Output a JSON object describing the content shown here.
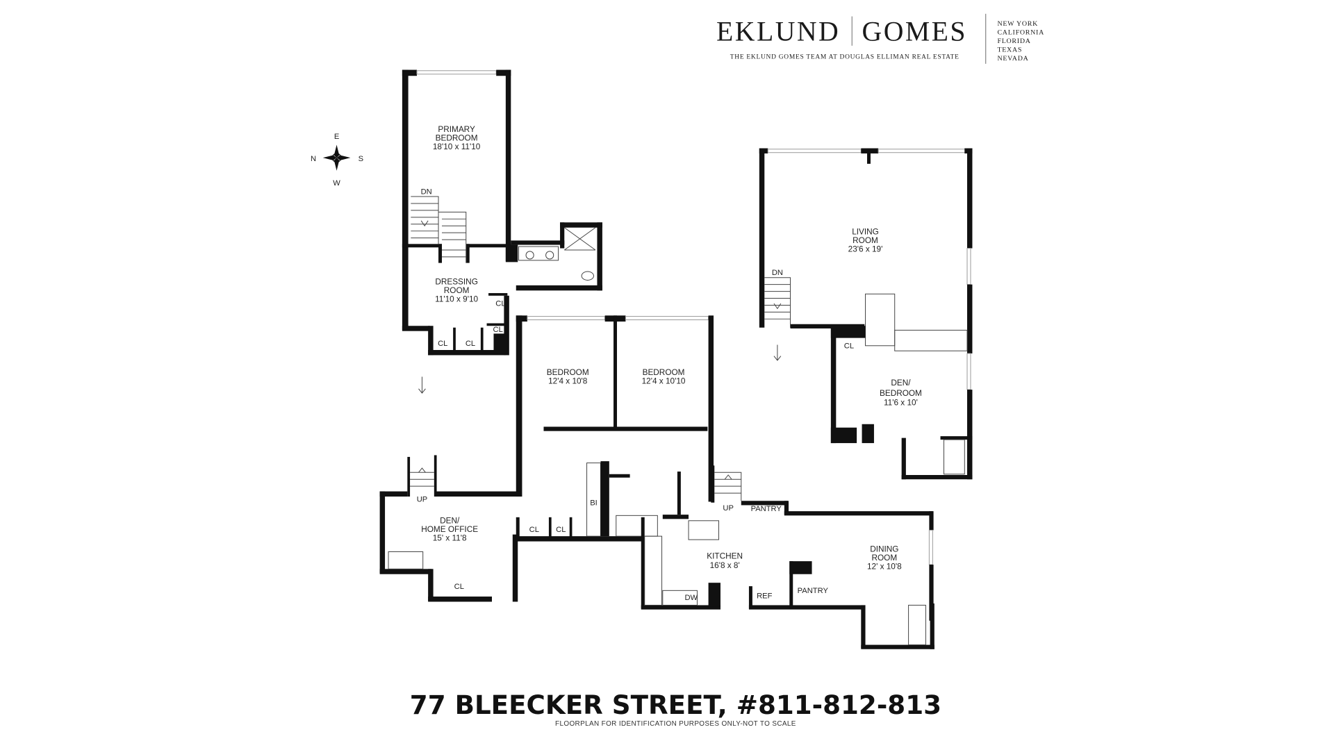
{
  "brand": {
    "name_left": "EKLUND",
    "name_right": "GOMES",
    "tagline": "THE EKLUND GOMES TEAM AT DOUGLAS ELLIMAN REAL ESTATE",
    "locations": [
      "NEW YORK",
      "CALIFORNIA",
      "FLORIDA",
      "TEXAS",
      "NEVADA"
    ]
  },
  "compass": {
    "n": "N",
    "s": "S",
    "e": "E",
    "w": "W"
  },
  "rooms": {
    "primary_bedroom": {
      "name1": "PRIMARY",
      "name2": "BEDROOM",
      "size": "18'10 x 11'10"
    },
    "dressing_room": {
      "name1": "DRESSING",
      "name2": "ROOM",
      "size": "11'10 x 9'10"
    },
    "bedroom1": {
      "name1": "BEDROOM",
      "size": "12'4 x 10'8"
    },
    "bedroom2": {
      "name1": "BEDROOM",
      "size": "12'4 x 10'10"
    },
    "living_room": {
      "name1": "LIVING",
      "name2": "ROOM",
      "size": "23'6 x 19'"
    },
    "den_bedroom": {
      "name1": "DEN/",
      "name2": "BEDROOM",
      "size": "11'6 x 10'"
    },
    "den_office": {
      "name1": "DEN/",
      "name2": "HOME OFFICE",
      "size": "15' x 11'8"
    },
    "kitchen": {
      "name1": "KITCHEN",
      "size": "16'8 x 8'"
    },
    "dining_room": {
      "name1": "DINING",
      "name2": "ROOM",
      "size": "12' x 10'8"
    }
  },
  "fixtures": {
    "closet": "CL",
    "down": "DN",
    "up": "UP",
    "pantry": "PANTRY",
    "built_in": "BI",
    "dishwasher": "DW",
    "refrigerator": "REF"
  },
  "footer": {
    "address": "77 BLEECKER STREET, #811-812-813",
    "disclaimer": "FLOORPLAN FOR IDENTIFICATION PURPOSES ONLY-NOT TO SCALE"
  }
}
